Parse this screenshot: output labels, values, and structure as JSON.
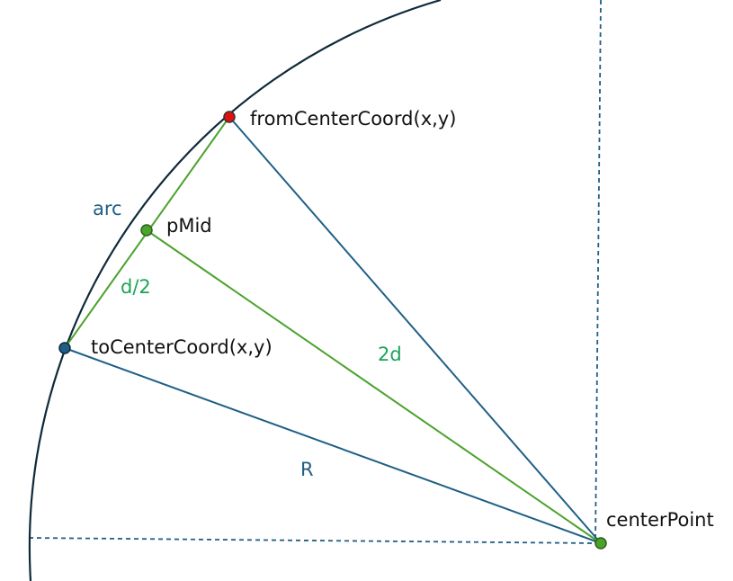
{
  "labels": {
    "from_point": "fromCenterCoord(x,y)",
    "to_point": "toCenterCoord(x,y)",
    "mid_point": "pMid",
    "center_point": "centerPoint",
    "arc": "arc",
    "half_chord": "d/2",
    "mid_segment": "2d",
    "radius": "R"
  },
  "colors": {
    "arc": "#0f2a3a",
    "blue_line": "#1f5f86",
    "green_line": "#4aa32b",
    "from_point_fill": "#e01010",
    "to_point_fill": "#1f5f86",
    "green_point_fill": "#4aa32b",
    "green_label": "#1aa457",
    "dashed": "#1f5f86"
  }
}
